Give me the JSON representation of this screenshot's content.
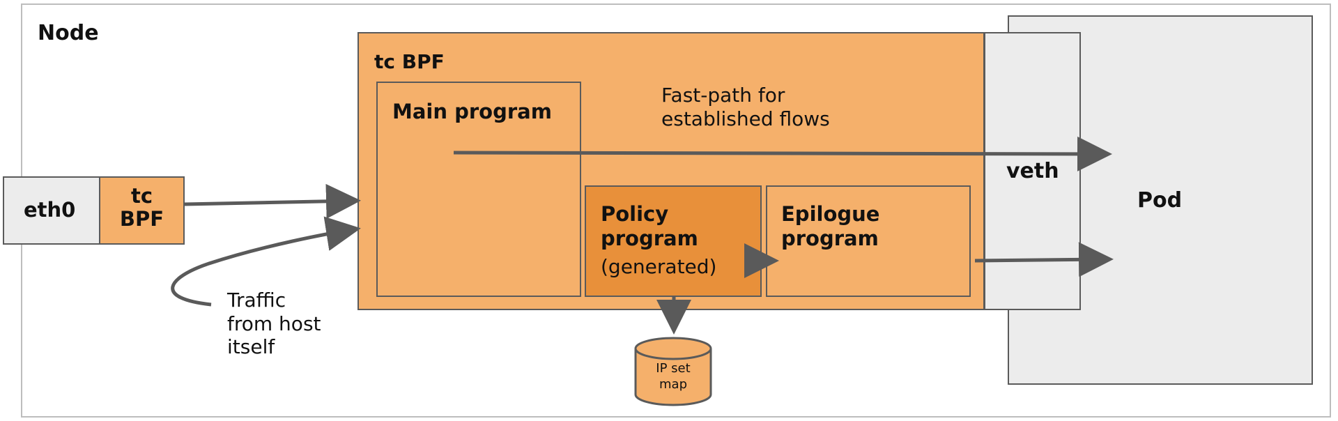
{
  "colors": {
    "outer_border": "#bdbdbd",
    "tc_fill": "#f5b06b",
    "policy_fill": "#e8903a",
    "grey_fill": "#ececec",
    "stroke": "#5a5a5a",
    "text": "#111111"
  },
  "labels": {
    "node": "Node",
    "tc_bpf_main": "tc BPF",
    "main_program": "Main program",
    "fast_path": "Fast-path for\nestablished flows",
    "policy_program": "Policy\nprogram",
    "policy_generated": "(generated)",
    "epilogue_program": "Epilogue\nprogram",
    "veth": "veth",
    "pod": "Pod",
    "eth0": "eth0",
    "tc_bpf_small": "tc\nBPF",
    "traffic_from_host": "Traffic\nfrom host\nitself",
    "ip_set_map": "IP set\nmap"
  }
}
